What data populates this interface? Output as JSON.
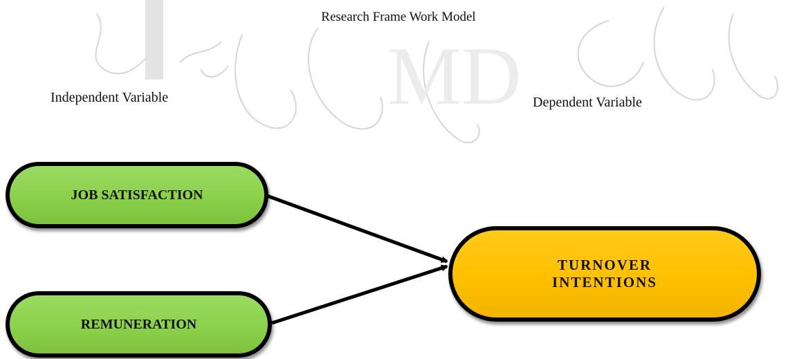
{
  "title": "Research Frame Work Model",
  "labels": {
    "independent": "Independent Variable",
    "dependent": "Dependent Variable"
  },
  "nodes": {
    "job_satisfaction": "JOB SATISFACTION",
    "remuneration": "REMUNERATION",
    "turnover_line1": "TURNOVER",
    "turnover_line2": "INTENTIONS"
  },
  "colors": {
    "independent_fill": "#8cd14b",
    "dependent_fill": "#ffc000",
    "outline": "#000000"
  }
}
